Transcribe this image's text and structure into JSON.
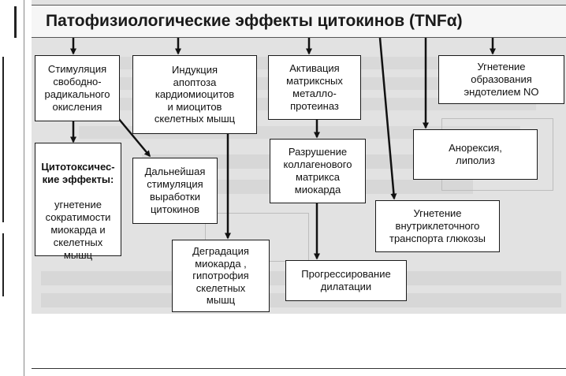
{
  "figure": {
    "title": "Патофизиологические эффекты цитокинов (TNFα)",
    "boxes": {
      "stimulation": "Стимуляция\nсвободно-\nрадикального\nокисления",
      "apoptosis": "Индукция\nапоптоза\nкардиомиоцитов\nи миоцитов\nскелетных мышц",
      "mmp": "Активация\nматриксных\nметалло-\nпротеиназ",
      "no": "Угнетение\nобразования\nэндотелием NO",
      "cytotoxic_head": "Цитотоксичес-\nкие эффекты:",
      "cytotoxic_body": "угнетение\nсократимости\nмиокарда и\nскелетных\nмышц",
      "further": "Дальнейшая\nстимуляция\nвыработки\nцитокинов",
      "collagen": "Разрушение\nколлагенового\nматрикса\nмиокарда",
      "anorexia": "Анорексия,\nлиполиз",
      "glucose": "Угнетение\nвнутриклеточного\nтранспорта глюкозы",
      "degradation": "Деградация\nмиокарда ,\nгипотрофия\nскелетных\nмышц",
      "dilatation": "Прогрессирование\nдилатации"
    }
  }
}
